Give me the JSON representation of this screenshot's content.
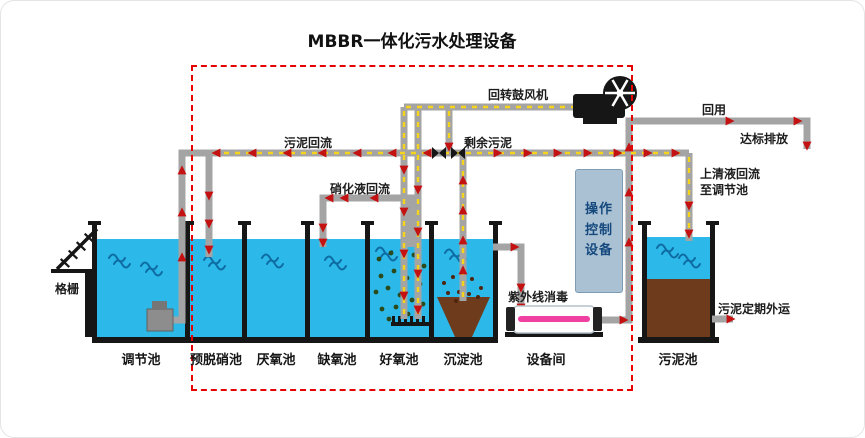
{
  "title": "MBBR一体化污水处理设备",
  "labels": {
    "grille": "格栅",
    "sludge_return": "污泥回流",
    "nitrified_return": "硝化液回流",
    "blower": "回转鼓风机",
    "excess_sludge": "剩余污泥",
    "reuse": "回用",
    "discharge": "达标排放",
    "supernatant_return": "上清液回流\n至调节池",
    "uv_disinfection": "紫外线消毒",
    "control_unit": "操作\n控制\n设备",
    "sludge_haul": "污泥定期外运"
  },
  "tanks": [
    {
      "label": "调节池"
    },
    {
      "label": "预脱硝池"
    },
    {
      "label": "厌氧池"
    },
    {
      "label": "缺氧池"
    },
    {
      "label": "好氧池"
    },
    {
      "label": "沉淀池"
    },
    {
      "label": "设备间"
    },
    {
      "label": "污泥池"
    }
  ],
  "colors": {
    "water": "#2cb9e9",
    "water-dark": "#0e6ca3",
    "sludge": "#6e3b1d",
    "pipe": "#a4a4a4",
    "arrow": "#c41111",
    "dash": "#f6d41c",
    "frame": "#e60000",
    "structure": "#161616",
    "control-fill": "#a9c1d3",
    "control-text": "#15497e",
    "uv-stripe": "#ef3fa0"
  }
}
